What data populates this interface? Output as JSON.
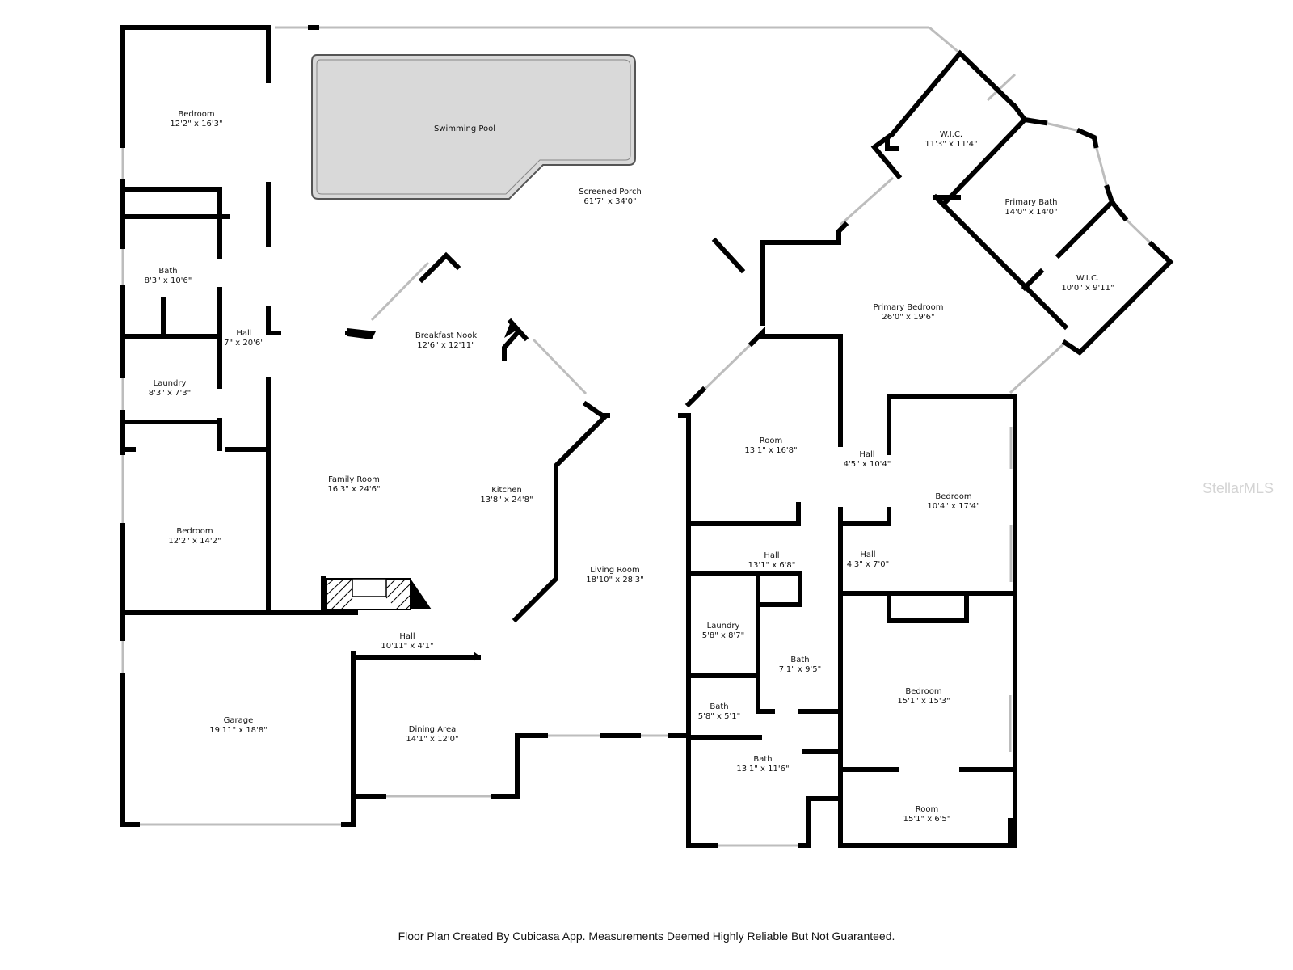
{
  "rooms": [
    {
      "id": "bedroom-nw",
      "name": "Bedroom",
      "dim": "12'2\" x 16'3\""
    },
    {
      "id": "swimming-pool",
      "name": "Swimming Pool",
      "dim": ""
    },
    {
      "id": "screened-porch",
      "name": "Screened Porch",
      "dim": "61'7\" x 34'0\""
    },
    {
      "id": "wic-north",
      "name": "W.I.C.",
      "dim": "11'3\" x 11'4\""
    },
    {
      "id": "primary-bath",
      "name": "Primary Bath",
      "dim": "14'0\" x 14'0\""
    },
    {
      "id": "wic-east",
      "name": "W.I.C.",
      "dim": "10'0\" x 9'11\""
    },
    {
      "id": "bath-west",
      "name": "Bath",
      "dim": "8'3\" x 10'6\""
    },
    {
      "id": "hall-west",
      "name": "Hall",
      "dim": "7\" x 20'6\""
    },
    {
      "id": "breakfast-nook",
      "name": "Breakfast Nook",
      "dim": "12'6\" x 12'11\""
    },
    {
      "id": "primary-bedroom",
      "name": "Primary Bedroom",
      "dim": "26'0\" x 19'6\""
    },
    {
      "id": "laundry-west",
      "name": "Laundry",
      "dim": "8'3\" x 7'3\""
    },
    {
      "id": "room-center",
      "name": "Room",
      "dim": "13'1\" x 16'8\""
    },
    {
      "id": "hall-east-upper",
      "name": "Hall",
      "dim": "4'5\" x 10'4\""
    },
    {
      "id": "family-room",
      "name": "Family Room",
      "dim": "16'3\" x 24'6\""
    },
    {
      "id": "kitchen",
      "name": "Kitchen",
      "dim": "13'8\" x 24'8\""
    },
    {
      "id": "bedroom-east",
      "name": "Bedroom",
      "dim": "10'4\" x 17'4\""
    },
    {
      "id": "bedroom-west",
      "name": "Bedroom",
      "dim": "12'2\" x 14'2\""
    },
    {
      "id": "hall-center",
      "name": "Hall",
      "dim": "13'1\" x 6'8\""
    },
    {
      "id": "hall-east-lower",
      "name": "Hall",
      "dim": "4'3\" x 7'0\""
    },
    {
      "id": "living-room",
      "name": "Living Room",
      "dim": "18'10\" x 28'3\""
    },
    {
      "id": "laundry-center",
      "name": "Laundry",
      "dim": "5'8\" x 8'7\""
    },
    {
      "id": "hall-south",
      "name": "Hall",
      "dim": "10'11\" x 4'1\""
    },
    {
      "id": "bath-center",
      "name": "Bath",
      "dim": "7'1\" x 9'5\""
    },
    {
      "id": "bedroom-se",
      "name": "Bedroom",
      "dim": "15'1\" x 15'3\""
    },
    {
      "id": "garage",
      "name": "Garage",
      "dim": "19'11\" x 18'8\""
    },
    {
      "id": "bath-small",
      "name": "Bath",
      "dim": "5'8\" x 5'1\""
    },
    {
      "id": "dining-area",
      "name": "Dining Area",
      "dim": "14'1\" x 12'0\""
    },
    {
      "id": "bath-south",
      "name": "Bath",
      "dim": "13'1\" x 11'6\""
    },
    {
      "id": "room-south",
      "name": "Room",
      "dim": "15'1\" x 6'5\""
    }
  ],
  "footer": "Floor Plan Created By Cubicasa App. Measurements Deemed Highly Reliable But Not Guaranteed.",
  "watermark": "StellarMLS",
  "colors": {
    "wall": "#000000",
    "pool_fill": "#d9d9d9",
    "window": "#bdbdbd",
    "watermark": "#d4d4d4"
  }
}
